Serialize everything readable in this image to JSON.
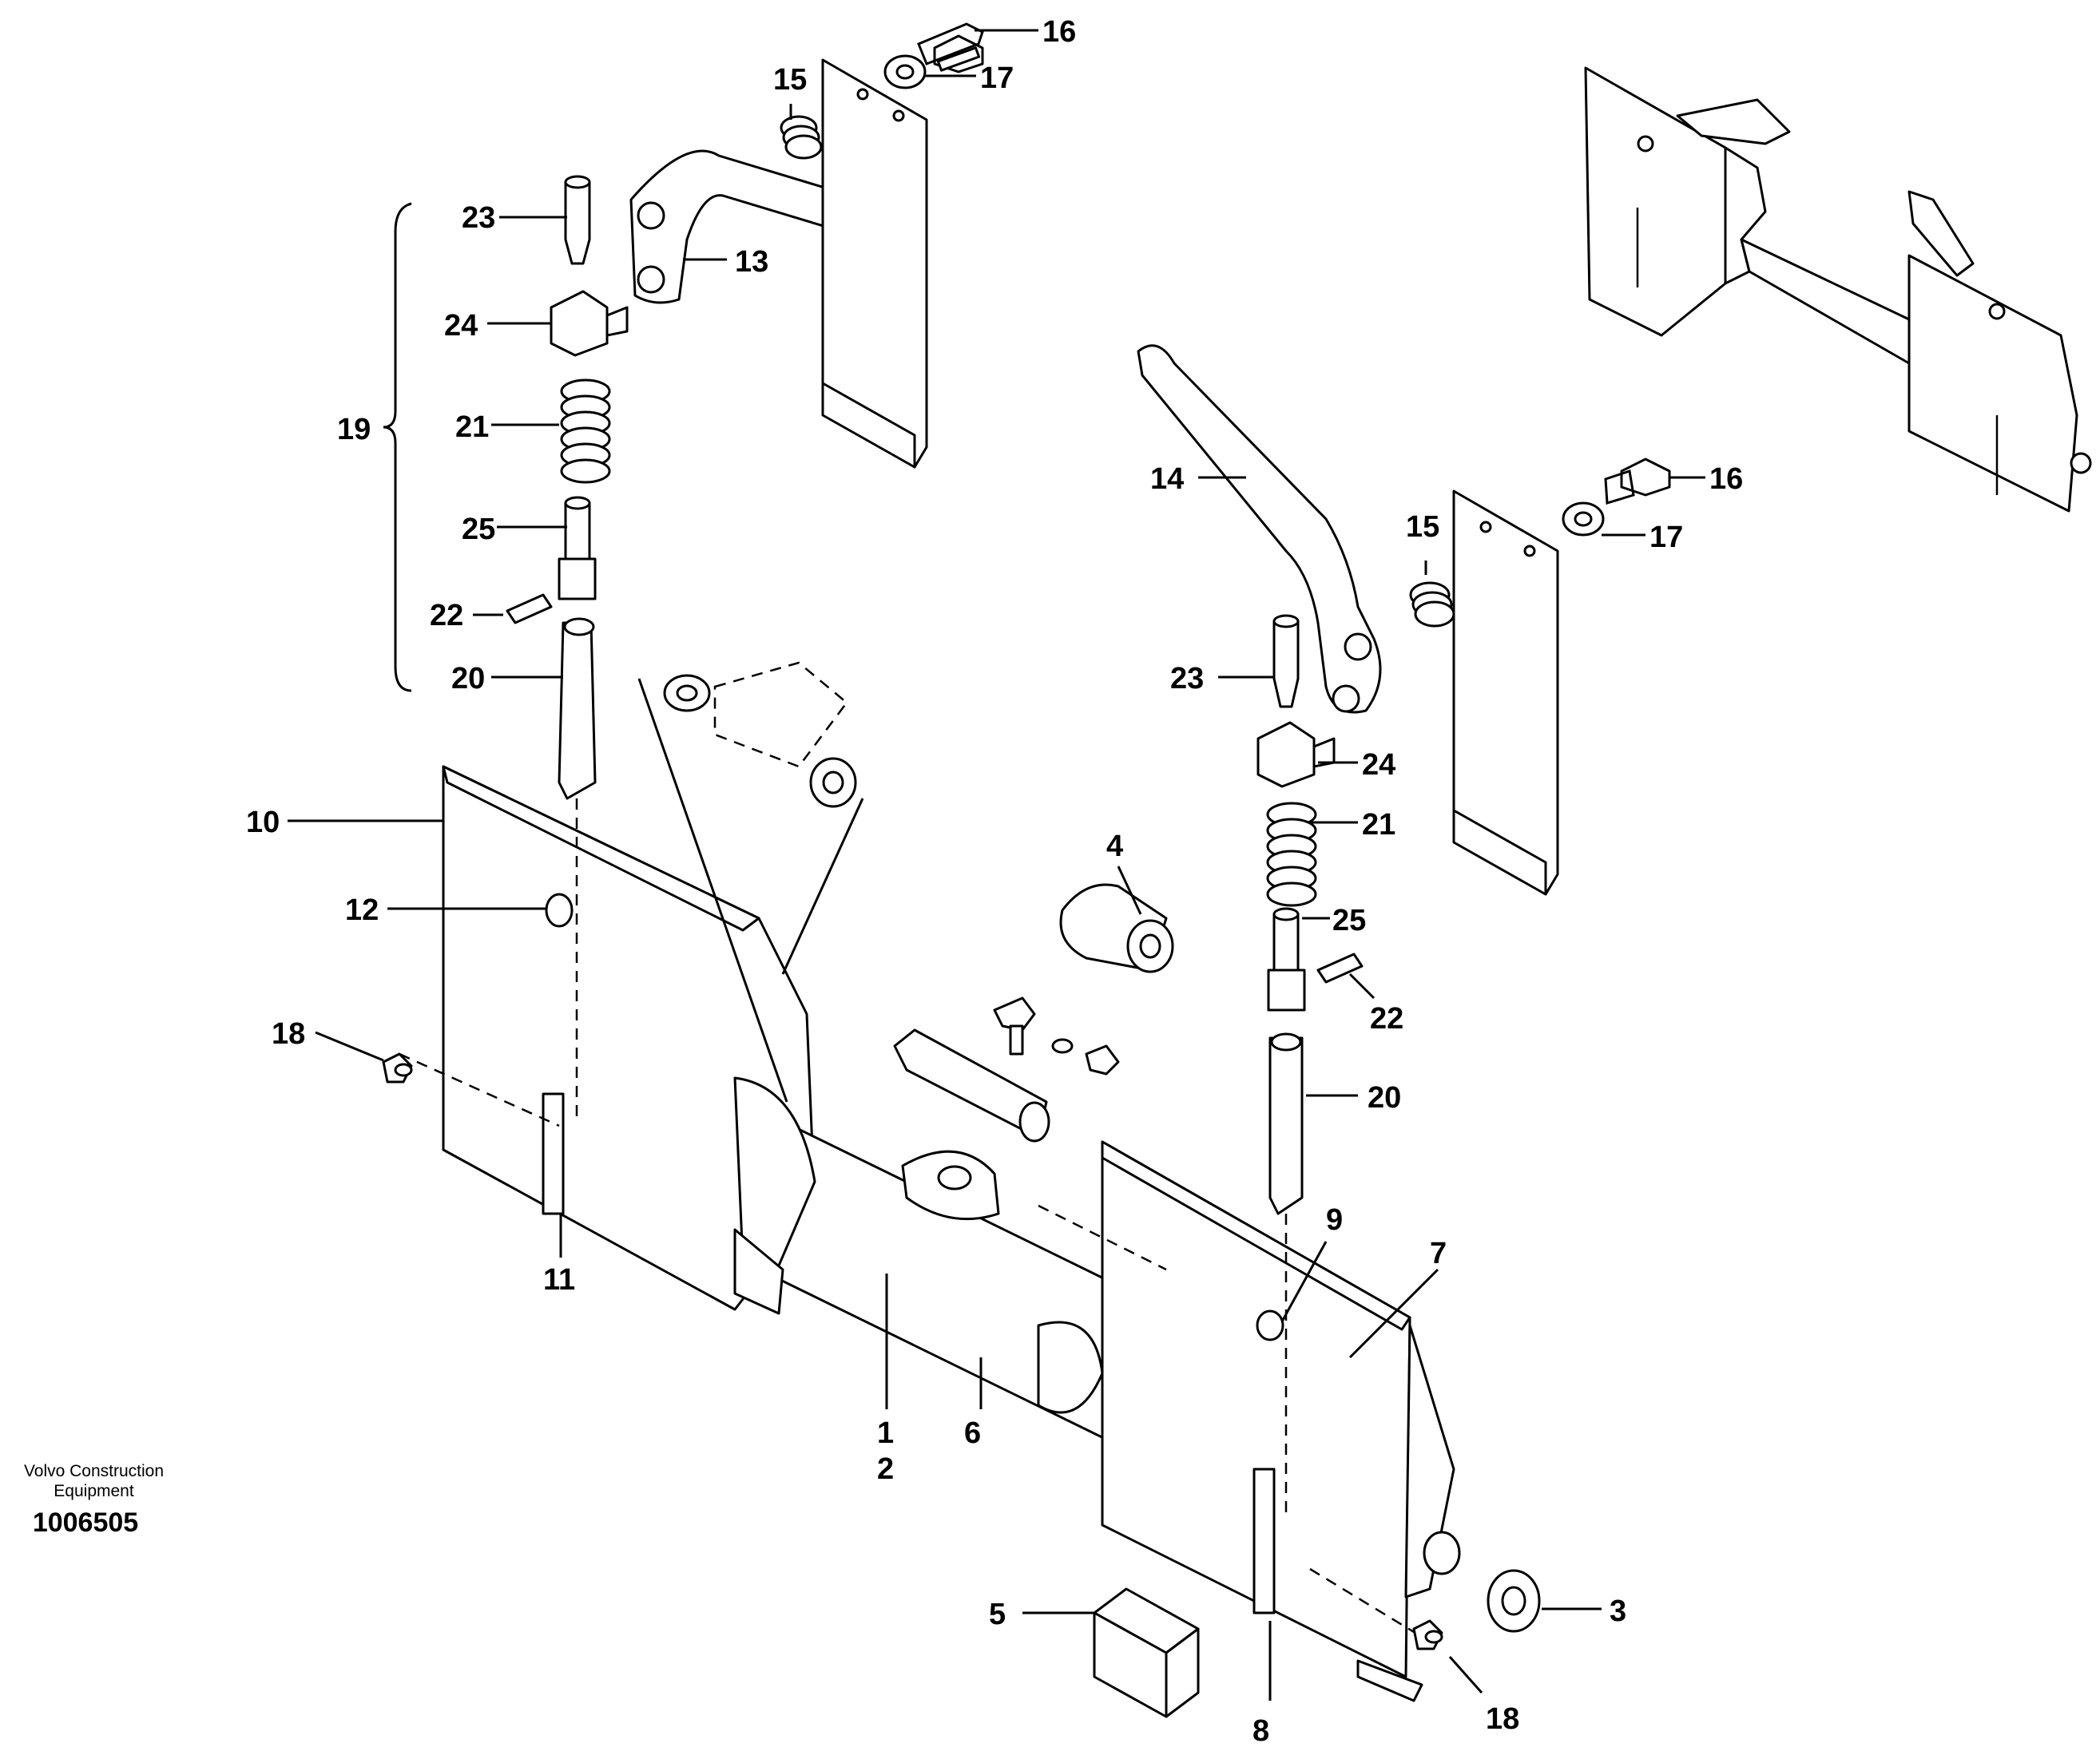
{
  "caption": {
    "company_line1": "Volvo Construction",
    "company_line2": "Equipment",
    "illustration_number": "1006505"
  },
  "callouts": {
    "c1": "1",
    "c2": "2",
    "c3": "3",
    "c4": "4",
    "c5": "5",
    "c6": "6",
    "c7": "7",
    "c8": "8",
    "c9": "9",
    "c10": "10",
    "c11": "11",
    "c12": "12",
    "c13": "13",
    "c14": "14",
    "c15a": "15",
    "c15b": "15",
    "c16a": "16",
    "c16b": "16",
    "c17a": "17",
    "c17b": "17",
    "c18a": "18",
    "c18b": "18",
    "c19": "19",
    "c20a": "20",
    "c20b": "20",
    "c21a": "21",
    "c21b": "21",
    "c22a": "22",
    "c22b": "22",
    "c23a": "23",
    "c23b": "23",
    "c24a": "24",
    "c24b": "24",
    "c25a": "25",
    "c25b": "25"
  }
}
